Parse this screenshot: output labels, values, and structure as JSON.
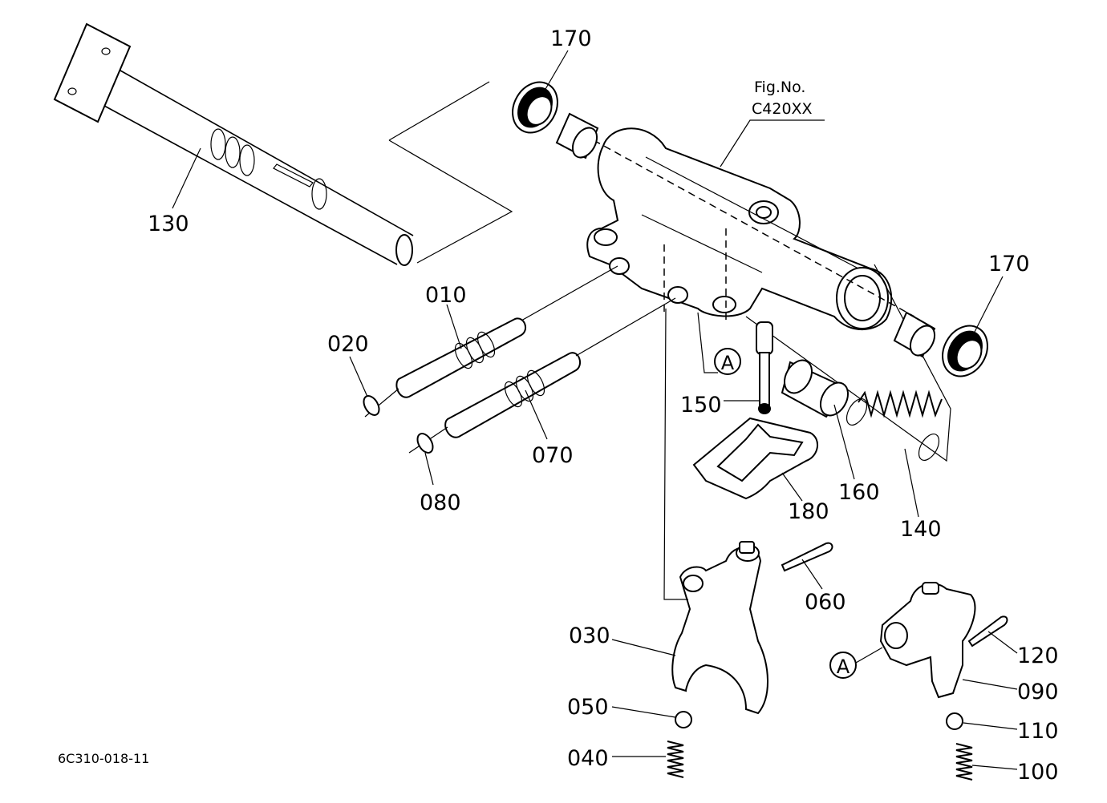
{
  "figure": {
    "ref_line1": "Fig.No.",
    "ref_line2": "C420XX",
    "drawing_code": "6C310-018-11",
    "detail_marker": "A"
  },
  "parts": [
    {
      "id": "p170a",
      "label": "170"
    },
    {
      "id": "p130",
      "label": "130"
    },
    {
      "id": "p170b",
      "label": "170"
    },
    {
      "id": "p010",
      "label": "010"
    },
    {
      "id": "p020",
      "label": "020"
    },
    {
      "id": "p070",
      "label": "070"
    },
    {
      "id": "p080",
      "label": "080"
    },
    {
      "id": "p150",
      "label": "150"
    },
    {
      "id": "p160",
      "label": "160"
    },
    {
      "id": "p180",
      "label": "180"
    },
    {
      "id": "p140",
      "label": "140"
    },
    {
      "id": "p060",
      "label": "060"
    },
    {
      "id": "p030",
      "label": "030"
    },
    {
      "id": "p050",
      "label": "050"
    },
    {
      "id": "p040",
      "label": "040"
    },
    {
      "id": "p120",
      "label": "120"
    },
    {
      "id": "p090",
      "label": "090"
    },
    {
      "id": "p110",
      "label": "110"
    },
    {
      "id": "p100",
      "label": "100"
    }
  ]
}
